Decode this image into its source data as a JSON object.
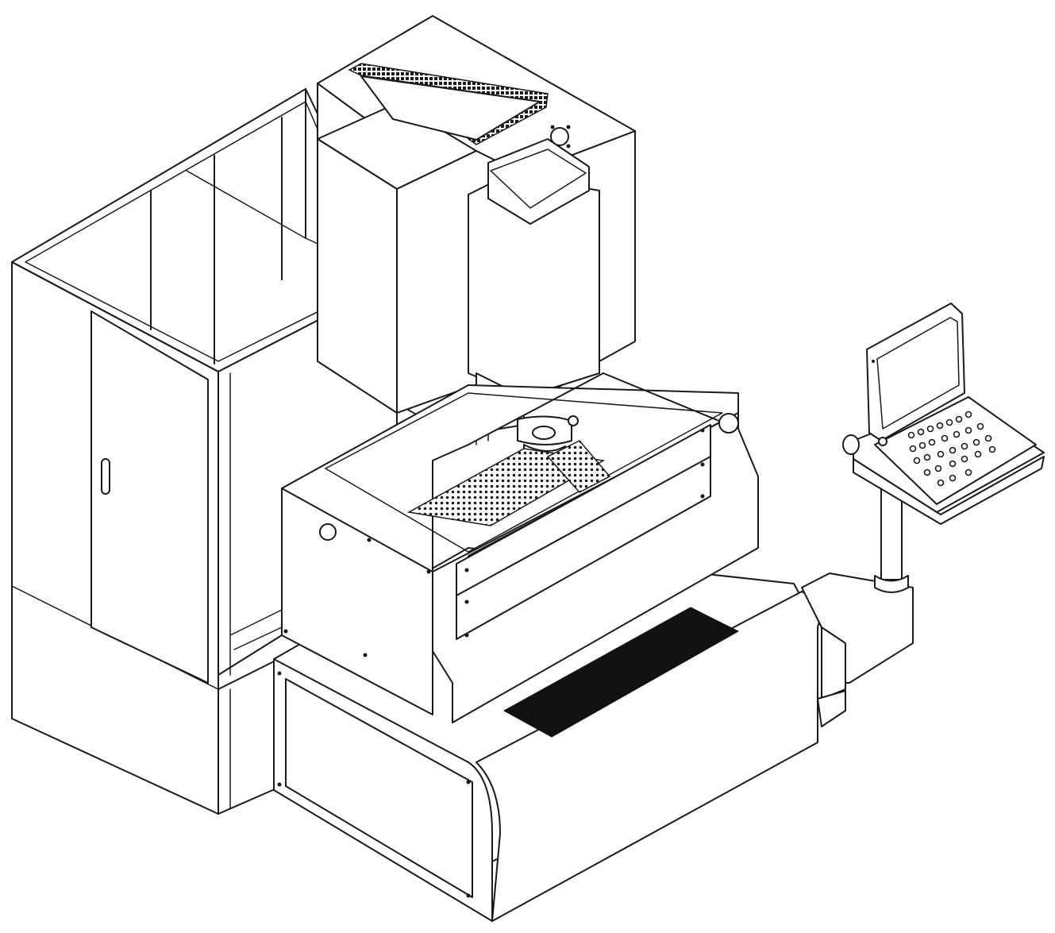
{
  "drawing": {
    "colors": {
      "line": "#1a1a1a",
      "fill": "#ffffff",
      "dark": "#111111"
    },
    "components": [
      "enclosure-cabinet",
      "cabinet-door",
      "roof-vent-grille",
      "machine-column",
      "spindle-head",
      "spindle-motor-cover",
      "spindle-chuck",
      "work-tank",
      "perforated-work-table",
      "tank-door",
      "machine-base",
      "floor-grating",
      "control-pendant",
      "pendant-screen",
      "pendant-keypad",
      "pendant-arm"
    ]
  }
}
